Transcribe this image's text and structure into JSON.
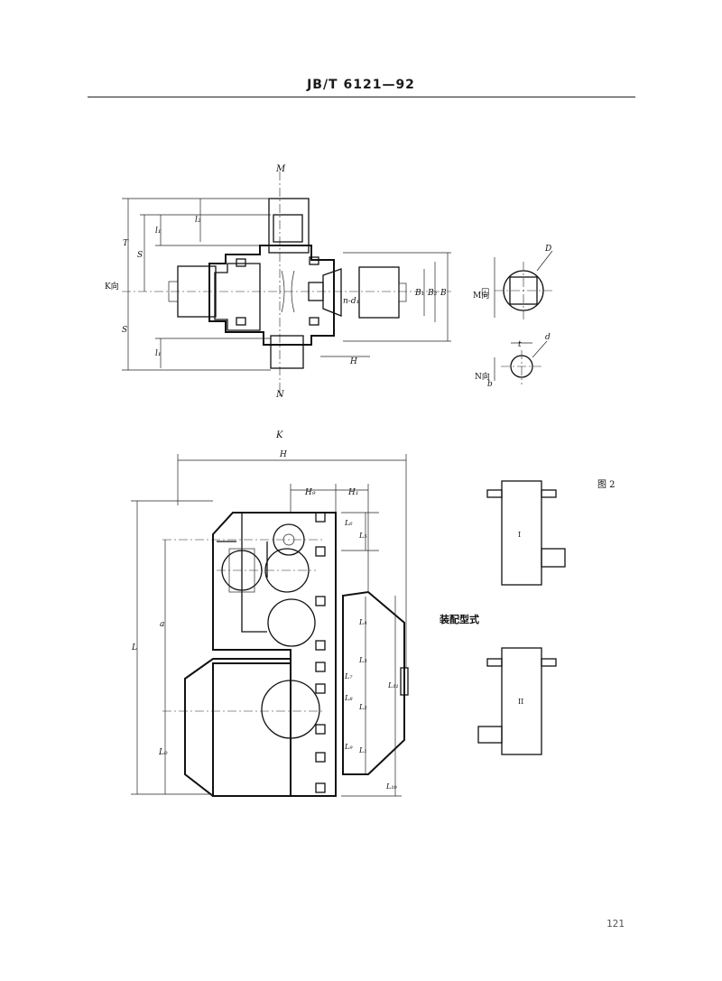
{
  "header": {
    "title": "JB/T 6121—92"
  },
  "page_number": "121",
  "top_view": {
    "section_labels": {
      "M": "M",
      "N": "N",
      "K": "K",
      "K_view": "K向"
    },
    "dims_left": [
      "T",
      "S",
      "S",
      "l₁",
      "l₂",
      "l₁"
    ],
    "dims_right": [
      "B₁",
      "B₂",
      "B",
      "n-d₁",
      "H"
    ]
  },
  "detail_M": {
    "label": "M向",
    "square_symbol": "□",
    "dia": "D"
  },
  "detail_N": {
    "label": "N向",
    "dia": "d",
    "b": "b",
    "t": "t"
  },
  "front_view": {
    "dims_top": [
      "H",
      "H₉",
      "H₁"
    ],
    "dims_left": [
      "L",
      "a",
      "L₀"
    ],
    "dims_right": [
      "L₆",
      "L₅",
      "L₄",
      "L₃",
      "L₇",
      "L₈",
      "L₂",
      "L₉",
      "L₁",
      "L₁₁",
      "L₁₀"
    ]
  },
  "assembly": {
    "title": "装配型式",
    "figure_label": "图 2",
    "types": [
      "I",
      "II"
    ]
  }
}
